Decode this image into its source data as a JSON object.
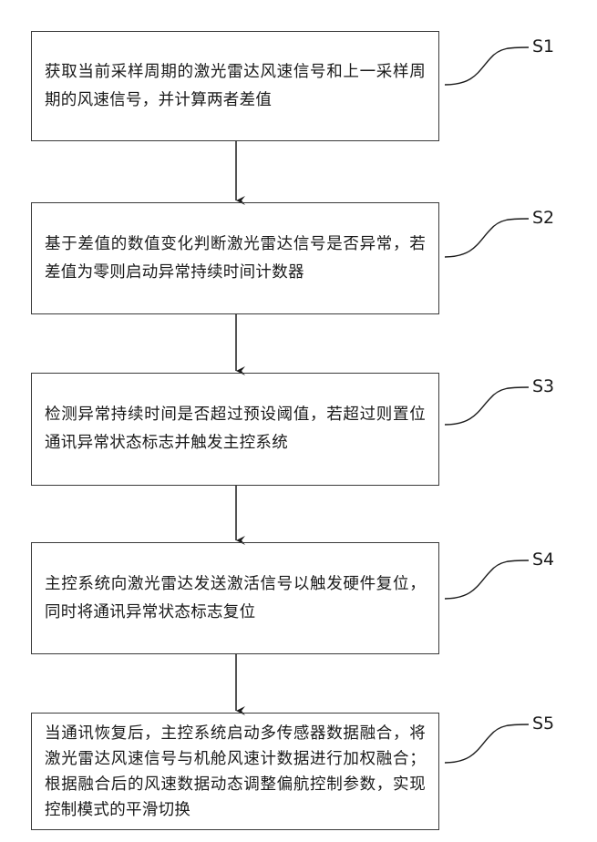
{
  "steps": [
    {
      "label": "S1",
      "text": "获取当前采样周期的激光雷达风速信号和上一采样周期的风速信号，并计算两者差值"
    },
    {
      "label": "S2",
      "text": "基于差值的数值变化判断激光雷达信号是否异常，若差值为零则启动异常持续时间计数器"
    },
    {
      "label": "S3",
      "text": "检测异常持续时间是否超过预设阈值，若超过则置位通讯异常状态标志并触发主控系统"
    },
    {
      "label": "S4",
      "text": "主控系统向激光雷达发送激活信号以触发硬件复位，同时将通讯异常状态标志复位"
    },
    {
      "label": "S5",
      "text": "当通讯恢复后，主控系统启动多传感器数据融合，将激光雷达风速信号与机舱风速计数据进行加权融合；根据融合后的风速数据动态调整偏航控制参数，实现控制模式的平滑切换"
    }
  ]
}
